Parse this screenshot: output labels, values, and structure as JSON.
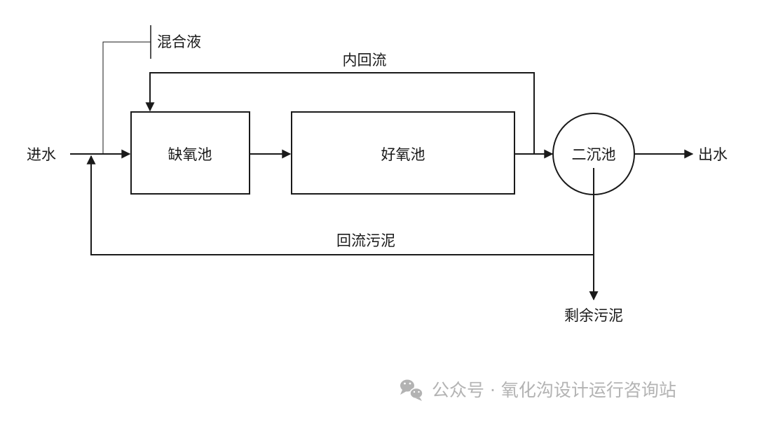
{
  "diagram": {
    "inlet_label": "进水",
    "anoxic_tank_label": "缺氧池",
    "aerobic_tank_label": "好氧池",
    "clarifier_label": "二沉池",
    "outlet_label": "出水",
    "mixed_liquor_label": "混合液",
    "internal_recycle_label": "内回流",
    "return_sludge_label": "回流污泥",
    "excess_sludge_label": "剩余污泥"
  },
  "watermark": {
    "icon": "wechat-icon",
    "text": "公众号 · 氧化沟设计运行咨询站",
    "color": "#b3b3b3"
  },
  "colors": {
    "line": "#1a1a1a",
    "background": "#ffffff"
  }
}
